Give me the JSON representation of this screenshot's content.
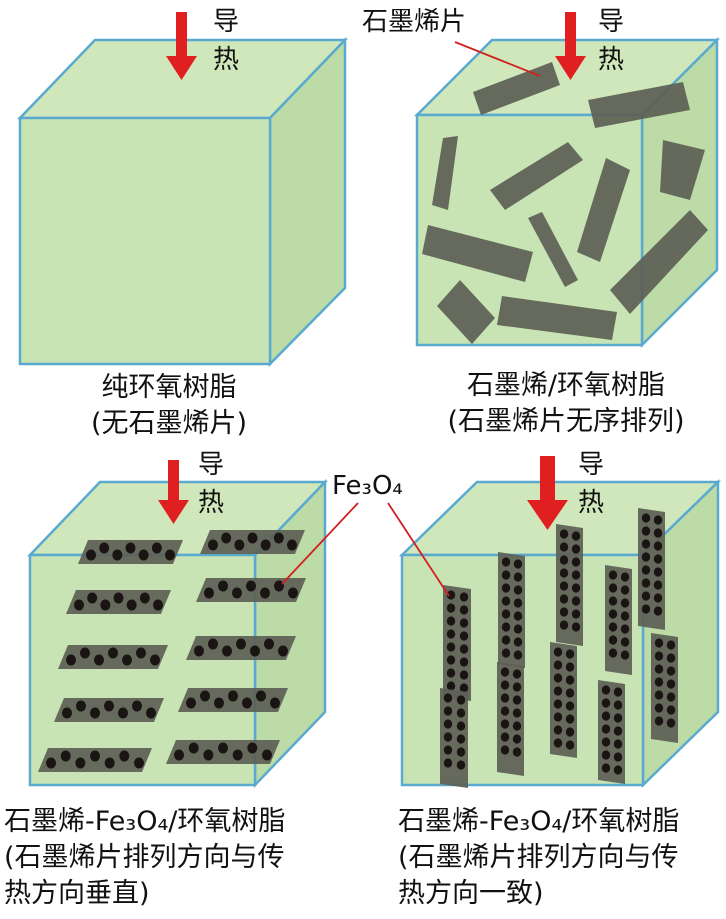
{
  "arrow_label": {
    "line1": "导",
    "line2": "热"
  },
  "panels": [
    {
      "caption_line1": "纯环氧树脂",
      "caption_line2": "(无石墨烯片)"
    },
    {
      "caption_line1": "石墨烯/环氧树脂",
      "caption_line2": "(石墨烯片无序排列)",
      "callout": "石墨烯片"
    },
    {
      "caption_line1": "石墨烯-Fe₃O₄/环氧树脂",
      "caption_line2": "(石墨烯片排列方向与传",
      "caption_line3": "热方向垂直)"
    },
    {
      "caption_line1": "石墨烯-Fe₃O₄/环氧树脂",
      "caption_line2": "(石墨烯片排列方向与传",
      "caption_line3": "热方向一致)"
    }
  ],
  "fe3o4_label": "Fe₃O₄",
  "colors": {
    "cube_fill": "#c9e4b4",
    "cube_side": "#bcdba6",
    "cube_edge": "#5aaad0",
    "sheet": "#5c5f55",
    "particle": "#1a1412",
    "arrow": "#e02020"
  }
}
